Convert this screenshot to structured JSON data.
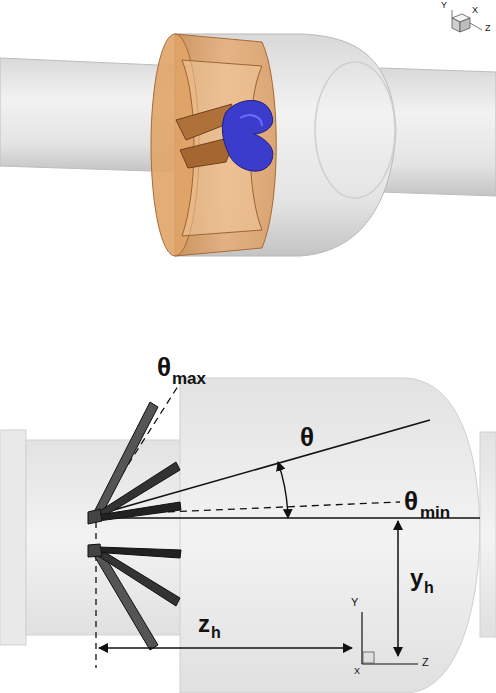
{
  "diagram": {
    "labels": [
      "Y",
      "X",
      "Z",
      "θ",
      "max",
      "θ",
      "θ",
      "min",
      "z",
      "h",
      "y",
      "h",
      "Y",
      "X",
      "Z"
    ]
  }
}
